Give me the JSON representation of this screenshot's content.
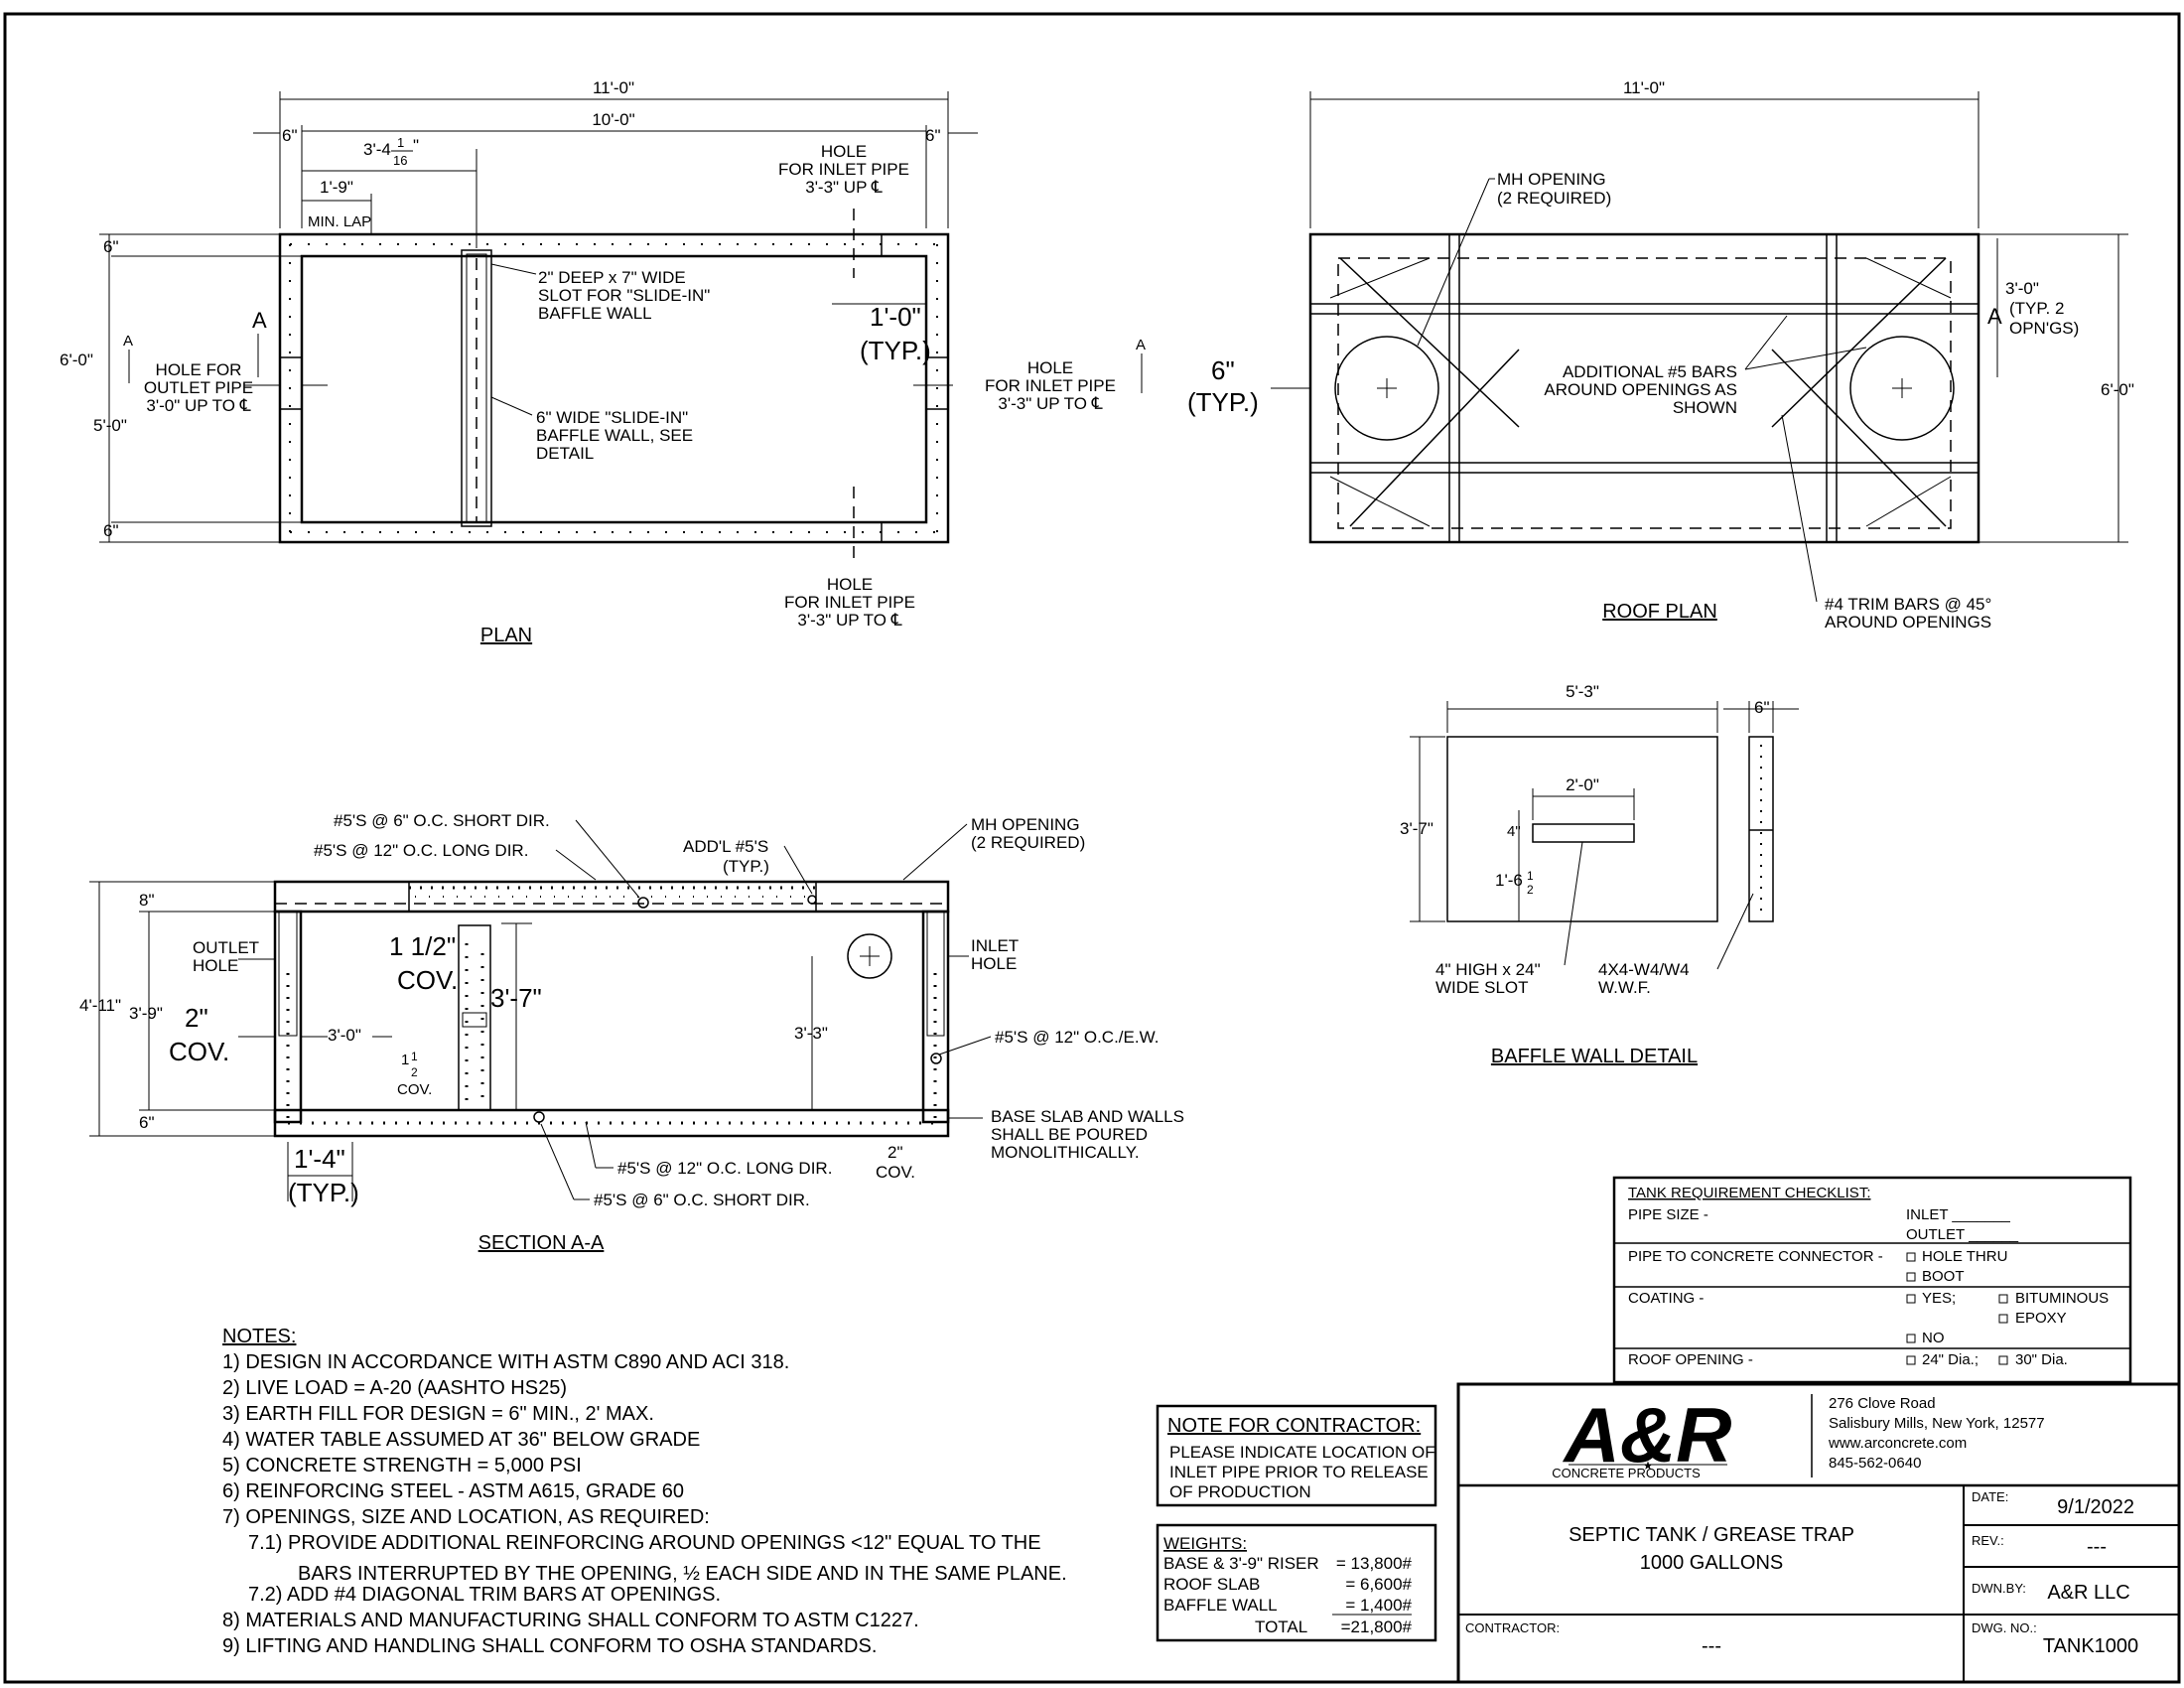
{
  "plan": {
    "title": "PLAN",
    "dim_overall": "11'-0\"",
    "dim_inner": "10'-0\"",
    "dim_wall_left": "6\"",
    "dim_wall_right": "6\"",
    "dim_slot_pos": "3'-4",
    "dim_slot_frac_num": "1",
    "dim_slot_frac_den": "16",
    "dim_slot_inch": "\"",
    "dim_min_lap": "1'-9\"",
    "min_lap_label": "MIN. LAP",
    "dim_height_outer": "6'-0\"",
    "dim_height_inner": "5'-0\"",
    "dim_top_wall": "6\"",
    "dim_bottom_wall": "6\"",
    "section_mark": "A",
    "slot_note": [
      "2\" DEEP x 7\" WIDE",
      "SLOT FOR \"SLIDE-IN\"",
      "BAFFLE WALL"
    ],
    "baffle_note": [
      "6\" WIDE \"SLIDE-IN\"",
      "BAFFLE WALL, SEE",
      "DETAIL"
    ],
    "outlet_note": [
      "HOLE FOR",
      "OUTLET PIPE",
      "3'-0\" UP TO ℄"
    ],
    "inlet_top_note": [
      "HOLE",
      "FOR INLET PIPE",
      "3'-3\" UP ℄"
    ],
    "inlet_right_note": [
      "HOLE",
      "FOR INLET PIPE",
      "3'-3\" UP TO ℄"
    ],
    "inlet_bottom_note": [
      "HOLE",
      "FOR INLET PIPE",
      "3'-3\" UP TO ℄"
    ],
    "typ_dim": "1'-0\"",
    "typ_label": "(TYP.)"
  },
  "roof_plan": {
    "title": "ROOF PLAN",
    "dim_overall": "11'-0\"",
    "dim_height": "6'-0\"",
    "mh_note": [
      "MH OPENING",
      "(2 REQUIRED)"
    ],
    "bars_note": [
      "ADDITIONAL #5 BARS",
      "AROUND OPENINGS AS",
      "SHOWN"
    ],
    "trim_note": [
      "#4 TRIM BARS @ 45°",
      "AROUND OPENINGS"
    ],
    "opening_dim": [
      "3'-0\"",
      "(TYP. 2",
      "OPN'GS)"
    ],
    "edge_dim": "6\"",
    "edge_label": "(TYP.)",
    "section_mark": "A"
  },
  "section": {
    "title": "SECTION A-A",
    "rebar_short": "#5'S @ 6\" O.C. SHORT DIR.",
    "rebar_long": "#5'S @ 12\" O.C. LONG DIR.",
    "addl": [
      "ADD'L #5'S",
      "(TYP.)"
    ],
    "mh_note": [
      "MH OPENING",
      "(2 REQUIRED)"
    ],
    "dim_roof": "8\"",
    "dim_total": "4'-11\"",
    "dim_wall_h": "3'-9\"",
    "dim_base": "6\"",
    "outlet": [
      "OUTLET",
      "HOLE"
    ],
    "inlet": [
      "INLET",
      "HOLE"
    ],
    "cov_left": "2\"",
    "cov_left_label": "COV.",
    "dim_outlet": "3'-0\"",
    "cov_mid": "1 1/2\"",
    "cov_mid_label": "COV.",
    "baffle_h": "3'-7\"",
    "small_cov_whole": "1",
    "small_cov_num": "1",
    "small_cov_den": "2",
    "small_cov_label": "COV.",
    "dim_inlet": "3'-3\"",
    "rebar_ew": "#5'S @ 12\" O.C./E.W.",
    "base_note": [
      "BASE SLAB AND WALLS",
      "SHALL BE POURED",
      "MONOLITHICALLY."
    ],
    "bot_long": "#5'S @ 12\" O.C. LONG DIR.",
    "bot_short": "#5'S @ 6\" O.C. SHORT DIR.",
    "dim_footing": "1'-4\"",
    "footing_label": "(TYP.)",
    "cov_bot": "2\"",
    "cov_bot_label": "COV."
  },
  "baffle": {
    "title": "BAFFLE WALL DETAIL",
    "dim_width": "5'-3\"",
    "dim_thick": "6\"",
    "dim_height": "3'-7\"",
    "dim_slot_w": "2'-0\"",
    "dim_slot_h": "4\"",
    "dim_slot_pos_whole": "1'-6",
    "dim_slot_pos_num": "1",
    "dim_slot_pos_den": "2",
    "slot_note": [
      "4\" HIGH x 24\"",
      "WIDE SLOT"
    ],
    "wwf_note": [
      "4X4-W4/W4",
      "W.W.F."
    ]
  },
  "notes": {
    "title": "NOTES:",
    "items": [
      "1) DESIGN IN ACCORDANCE WITH ASTM C890 AND ACI 318.",
      "2) LIVE LOAD = A-20 (AASHTO HS25)",
      "3) EARTH FILL FOR DESIGN = 6\" MIN., 2' MAX.",
      "4) WATER TABLE ASSUMED AT 36\" BELOW GRADE",
      "5) CONCRETE STRENGTH = 5,000 PSI",
      "6) REINFORCING STEEL - ASTM A615, GRADE 60",
      "7) OPENINGS, SIZE AND LOCATION, AS REQUIRED:",
      "7.1) PROVIDE ADDITIONAL REINFORCING AROUND OPENINGS <12\" EQUAL TO THE",
      "BARS INTERRUPTED BY THE OPENING, ½  EACH SIDE AND IN THE SAME PLANE.",
      "7.2) ADD #4 DIAGONAL TRIM BARS AT OPENINGS.",
      "8) MATERIALS AND MANUFACTURING SHALL CONFORM TO ASTM C1227.",
      "9) LIFTING AND HANDLING SHALL CONFORM TO OSHA STANDARDS."
    ]
  },
  "contractor_note": {
    "title": "NOTE FOR CONTRACTOR:",
    "lines": [
      "PLEASE INDICATE LOCATION OF",
      "INLET PIPE PRIOR TO RELEASE",
      "OF PRODUCTION"
    ]
  },
  "weights": {
    "title": "WEIGHTS:",
    "rows": [
      {
        "label": "BASE & 3'-9\" RISER",
        "value": "= 13,800#"
      },
      {
        "label": "ROOF SLAB",
        "value": "=   6,600#"
      },
      {
        "label": "BAFFLE WALL",
        "value": "=   1,400#"
      },
      {
        "label": "TOTAL",
        "value": "=21,800#"
      }
    ]
  },
  "checklist": {
    "title": "TANK REQUIREMENT CHECKLIST:",
    "pipe_size": "PIPE SIZE -",
    "inlet": "INLET _______",
    "outlet": "OUTLET ______",
    "connector": "PIPE TO CONCRETE CONNECTOR -",
    "hole_thru": "HOLE THRU",
    "boot": "BOOT",
    "coating": "COATING -",
    "yes": "YES;",
    "bituminous": "BITUMINOUS",
    "epoxy": "EPOXY",
    "no": "NO",
    "roof_opening": "ROOF OPENING -",
    "d24": "24\" Dia.;",
    "d30": "30\" Dia."
  },
  "title_block": {
    "logo": "A&R",
    "logo_sub": "CONCRETE PRODUCTS",
    "address": [
      "276 Clove Road",
      "Salisbury Mills, New York, 12577",
      "www.arconcrete.com",
      "845-562-0640"
    ],
    "drawing_title": [
      "SEPTIC TANK / GREASE TRAP",
      "1000 GALLONS"
    ],
    "date_label": "DATE:",
    "date": "9/1/2022",
    "rev_label": "REV.:",
    "rev": "---",
    "dwn_label": "DWN.BY:",
    "dwn": "A&R LLC",
    "contractor_label": "CONTRACTOR:",
    "contractor": "---",
    "dwg_label": "DWG. NO.:",
    "dwg": "TANK1000"
  }
}
